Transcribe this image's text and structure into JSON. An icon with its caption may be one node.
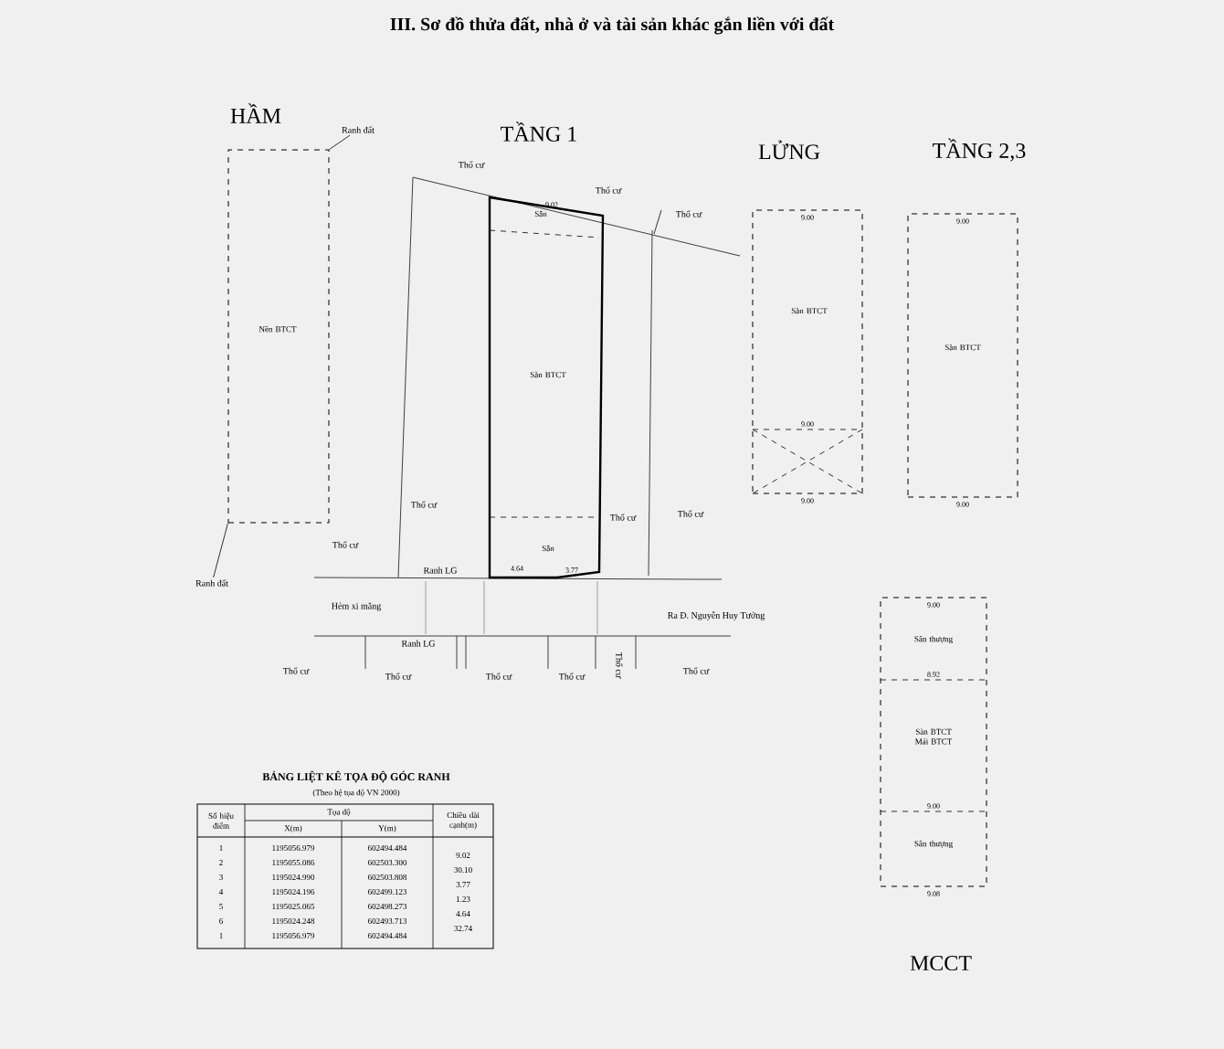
{
  "diagram": {
    "title": "III. Sơ đồ thửa đất, nhà ở và tài sản khác gắn liền với đất",
    "nodes": [
      {
        "text": [
          "HẦM",
          "Nền BTCT"
        ]
      },
      {
        "text": [
          "TẦNG 1",
          "Sân",
          "Sàn BTCT",
          "Sân"
        ]
      },
      {
        "text": [
          "LỬNG",
          "Sàn BTCT"
        ]
      },
      {
        "text": [
          "TẦNG 2,3",
          "Sàn BTCT"
        ]
      },
      {
        "text": [
          "Sân thượng",
          "Sàn BTCT Mái BTCT",
          "Sân thượng",
          "MCCT"
        ]
      },
      {
        "text": [
          "Ranh đất"
        ]
      },
      {
        "text": [
          "Ranh đất"
        ]
      }
    ],
    "edges": [
      {
        "from": 5,
        "to": 0,
        "arrow": "none"
      },
      {
        "from": 6,
        "to": 0,
        "arrow": "none"
      }
    ],
    "labels": [
      "Thổ cư",
      "Thổ cư",
      "Thổ cư",
      "Thổ cư",
      "Thổ cư",
      "Thổ cư",
      "Thổ cư",
      "Ranh LG",
      "Hẻm xi măng",
      "Ra Đ. Nguyễn Huy Tưởng",
      "Ranh LG",
      "Thổ cư",
      "Thổ cư",
      "Thổ cư",
      "Thổ cư",
      "Thổ cư",
      "Thổ cư",
      "9.02",
      "4.64",
      "3.77",
      "9.00",
      "9.00",
      "9.00",
      "9.00",
      "9.00",
      "9.00",
      "8.92",
      "9.00",
      "9.08",
      "BẢNG LIỆT KÊ TỌA ĐỘ GÓC RANH",
      "(Theo hệ tọa độ VN 2000)",
      "Số hiệu điểm",
      "Tọa độ",
      "Chiều dài cạnh(m)",
      "X(m)",
      "Y(m)",
      "1",
      "1195056.979",
      "602494.484",
      "9.02",
      "2",
      "1195055.086",
      "602503.300",
      "30.10",
      "3",
      "1195024.990",
      "602503.808",
      "3.77",
      "4",
      "1195024.196",
      "602499.123",
      "1.23",
      "5",
      "1195025.065",
      "602498.273",
      "4.64",
      "6",
      "1195024.248",
      "602493.713",
      "32.74",
      "1",
      "1195056.979",
      "602494.484"
    ]
  }
}
